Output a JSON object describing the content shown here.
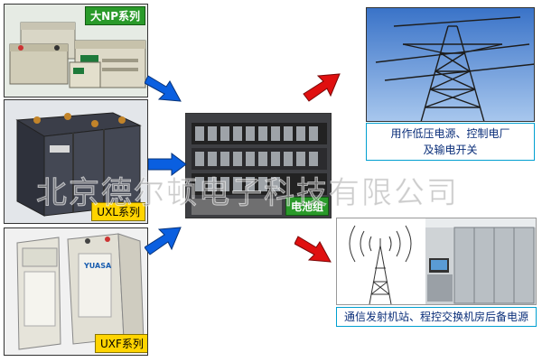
{
  "labels": {
    "np": "大NP系列",
    "uxl": "UXL系列",
    "uxf": "UXF系列",
    "battery_group": "电池组"
  },
  "battery_brand": "YUASA",
  "captions": {
    "power_line1": "用作低压电源、控制电厂",
    "power_line2": "及输电开关",
    "telecom": "通信发射机站、程控交换机房后备电源"
  },
  "watermark": "北京德尔顿电子科技有限公司",
  "colors": {
    "arrow_blue": "#0a5fe0",
    "arrow_red": "#e01010",
    "label_green": "#2a9a2a",
    "label_yellow": "#ffd400",
    "caption_text": "#0b2f7a"
  }
}
